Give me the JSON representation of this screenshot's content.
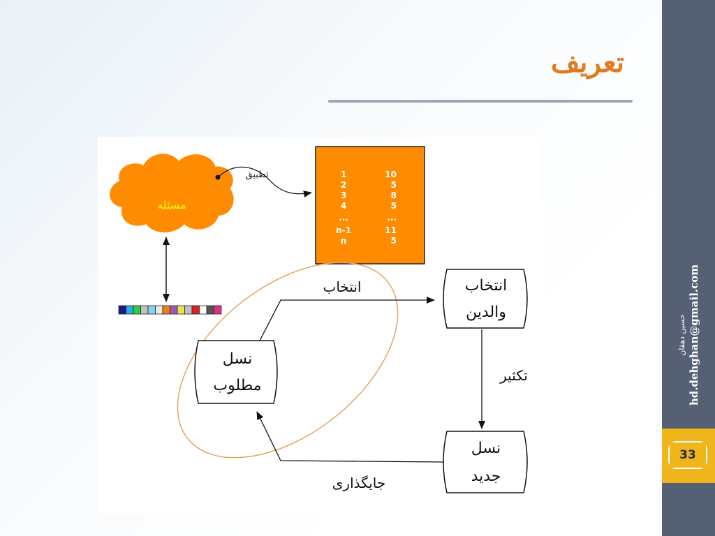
{
  "slide": {
    "title": "تعریف",
    "page_number": "33",
    "author_name": "حسین دهقان",
    "author_email": "hd.dehghan@gmail.com"
  },
  "diagram": {
    "problem_label": "مسئله",
    "apply_label": "تطبیق",
    "population_rows": [
      {
        "index": "1",
        "value": "10"
      },
      {
        "index": "2",
        "value": "5"
      },
      {
        "index": "3",
        "value": "8"
      },
      {
        "index": "4",
        "value": "5"
      },
      {
        "index": "...",
        "value": "..."
      },
      {
        "index": "n-1",
        "value": "11"
      },
      {
        "index": "n",
        "value": "5"
      }
    ],
    "chromosome_colors": [
      "#1a1a8c",
      "#2ab0e0",
      "#2ecc40",
      "#c0c0c0",
      "#7fd3f0",
      "#e8e8e8",
      "#f07d1a",
      "#9b59b6",
      "#f0e050",
      "#c0c0c0",
      "#e02020",
      "#ffffff",
      "#555555",
      "#e0308a"
    ],
    "select_label": "انتخاب",
    "parent_select_line1": "انتخاب",
    "parent_select_line2": "والدین",
    "reproduce_label": "تکثیر",
    "new_gen_line1": "نسل",
    "new_gen_line2": "جدید",
    "replace_label": "جایگذاری",
    "desired_gen_line1": "نسل",
    "desired_gen_line2": "مطلوب",
    "colors": {
      "accent_orange": "#ff8c00",
      "cloud_text": "#ffff00",
      "ellipse": "#e3a45f"
    }
  }
}
